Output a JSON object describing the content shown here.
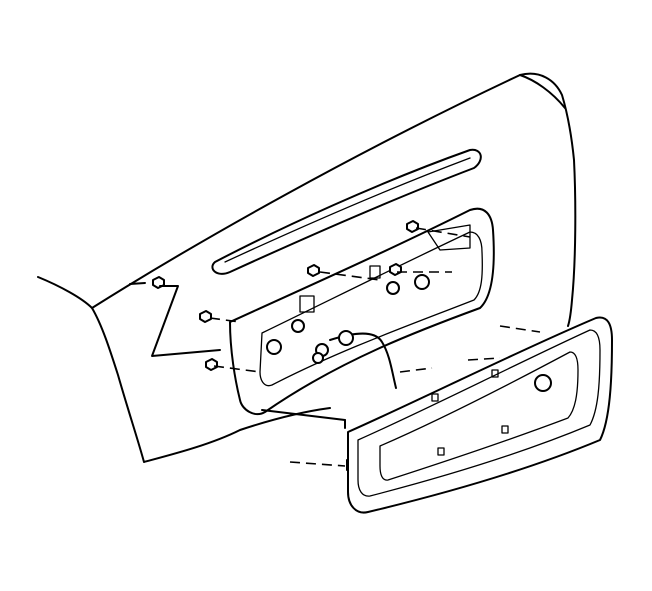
{
  "diagram": {
    "parts": [
      {
        "name": "trunk-lid",
        "shown": true
      },
      {
        "name": "center-high-mount-stop-lamp",
        "shown": true
      },
      {
        "name": "license-pocket-recess",
        "shown": true
      },
      {
        "name": "license-plate-housing",
        "shown": true
      },
      {
        "name": "lamp-wiring-harness",
        "shown": true
      },
      {
        "name": "attaching-nuts",
        "count": 6
      }
    ]
  },
  "colors": {
    "line": "#000000",
    "background": "#ffffff"
  }
}
